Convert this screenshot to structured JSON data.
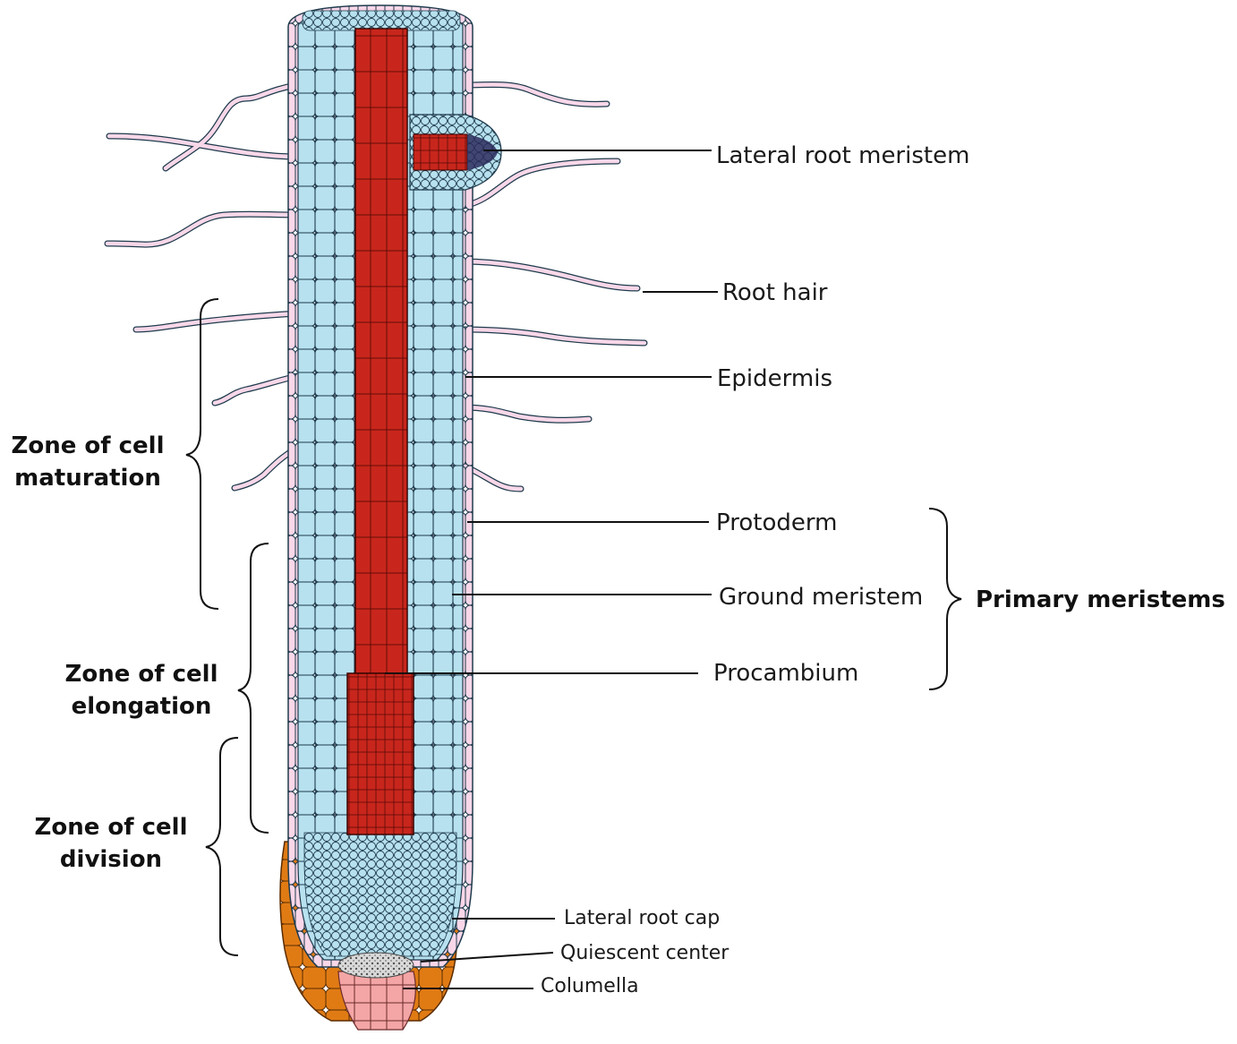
{
  "labels": {
    "lateral_root_meristem": "Lateral root meristem",
    "root_hair": "Root hair",
    "epidermis": "Epidermis",
    "protoderm": "Protoderm",
    "ground_meristem": "Ground meristem",
    "procambium": "Procambium",
    "lateral_root_cap": "Lateral root cap",
    "quiescent_center": "Quiescent center",
    "columella": "Columella",
    "primary_meristems": "Primary meristems"
  },
  "zones": {
    "maturation": [
      "Zone of cell",
      "maturation"
    ],
    "elongation": [
      "Zone of cell",
      "elongation"
    ],
    "division": [
      "Zone of cell",
      "division"
    ]
  },
  "colors": {
    "epidermis": "#f8d7e8",
    "ground_tissue": "#b7e1ee",
    "procambium": "#c8261c",
    "root_cap": "#e07b14",
    "columella": "#f4a5a5",
    "quiescent": "#c8c8c8",
    "cell_outline": "#1f3b4d"
  }
}
